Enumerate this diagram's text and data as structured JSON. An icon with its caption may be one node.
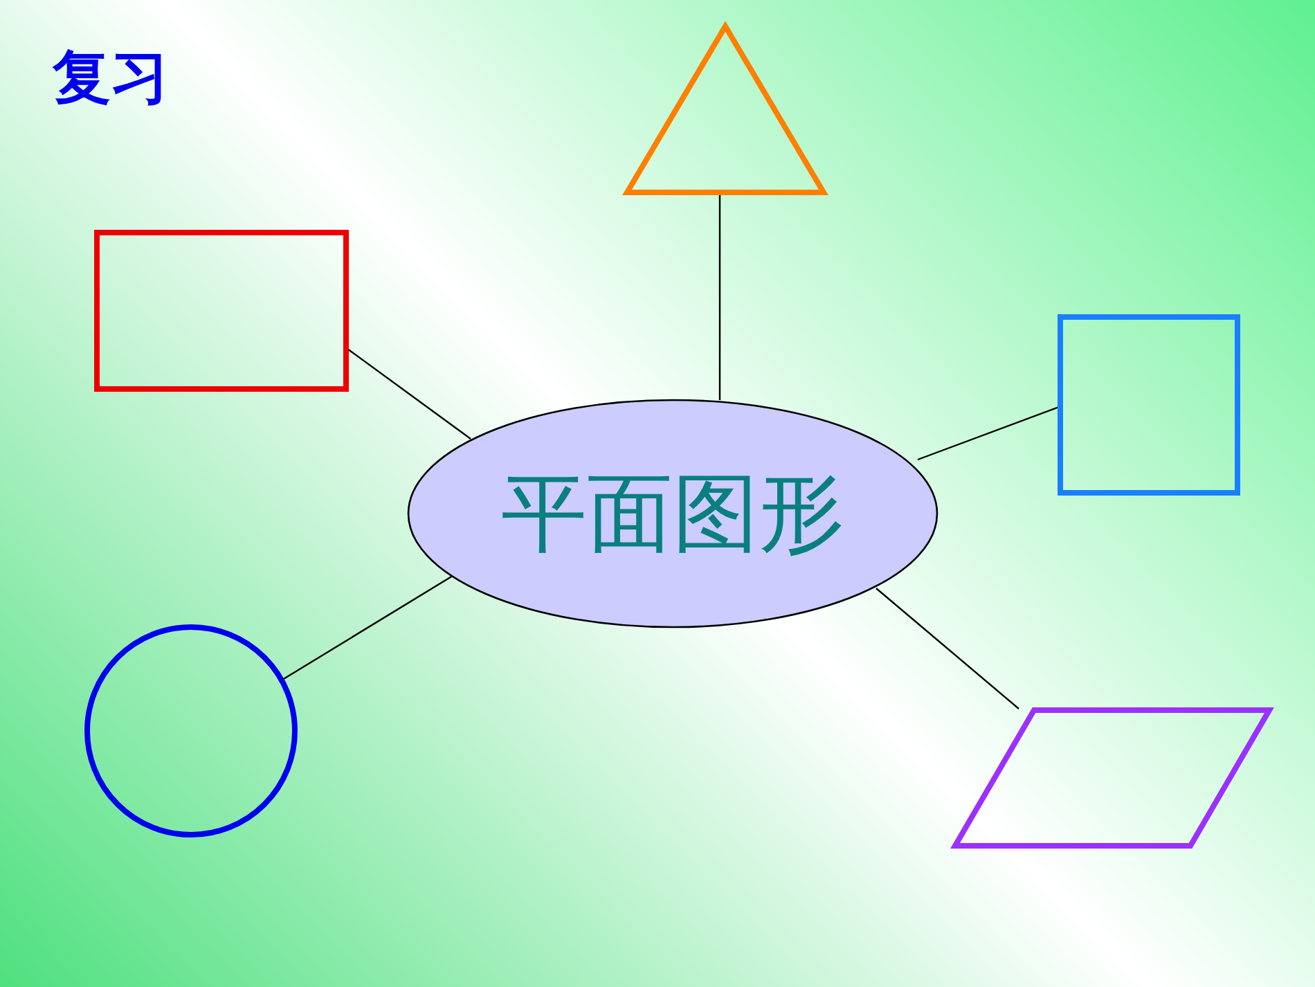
{
  "diagram": {
    "title": "复习",
    "nodes": [
      {
        "text": [],
        "shape": "triangle"
      },
      {
        "text": [],
        "shape": "rectangle"
      },
      {
        "text": [],
        "shape": "square"
      },
      {
        "text": [
          "平面图形"
        ]
      },
      {
        "text": [],
        "shape": "circle"
      },
      {
        "text": [],
        "shape": "parallelogram"
      }
    ],
    "edges": [
      {
        "from": 3,
        "to": 0,
        "arrow": "none"
      },
      {
        "from": 3,
        "to": 1,
        "arrow": "none"
      },
      {
        "from": 3,
        "to": 2,
        "arrow": "none"
      },
      {
        "from": 3,
        "to": 4,
        "arrow": "none"
      },
      {
        "from": 3,
        "to": 5,
        "arrow": "none"
      }
    ]
  }
}
